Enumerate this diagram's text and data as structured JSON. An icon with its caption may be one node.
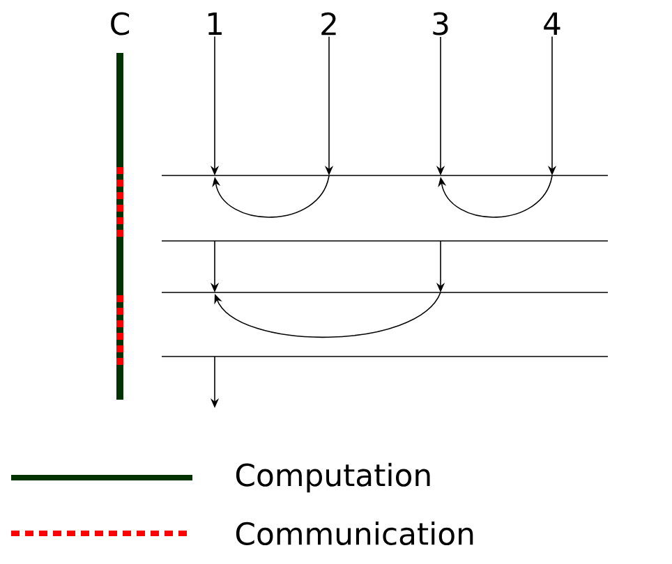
{
  "diagram": {
    "nodes": [
      {
        "text": [
          "C"
        ]
      },
      {
        "text": [
          "1"
        ]
      },
      {
        "text": [
          "2"
        ]
      },
      {
        "text": [
          "3"
        ]
      },
      {
        "text": [
          "4"
        ]
      }
    ],
    "edges": [
      {
        "from": 1,
        "to": null,
        "arrow": "to"
      },
      {
        "from": 2,
        "to": null,
        "arrow": "to"
      },
      {
        "from": 3,
        "to": null,
        "arrow": "to"
      },
      {
        "from": 4,
        "to": null,
        "arrow": "to"
      }
    ],
    "legend": [
      {
        "text": "Computation"
      },
      {
        "text": "Communication"
      }
    ]
  }
}
